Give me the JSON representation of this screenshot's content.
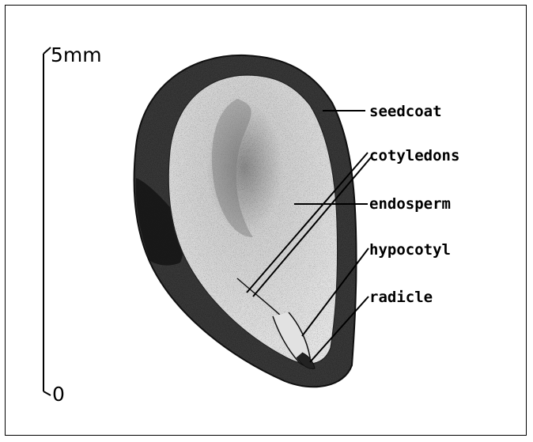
{
  "scale_bar": {
    "top_label": "5mm",
    "bottom_label": "0"
  },
  "labels": {
    "seedcoat": "seedcoat",
    "cotyledons": "cotyledons",
    "endosperm": "endosperm",
    "hypocotyl": "hypocotyl",
    "radicle": "radicle"
  }
}
